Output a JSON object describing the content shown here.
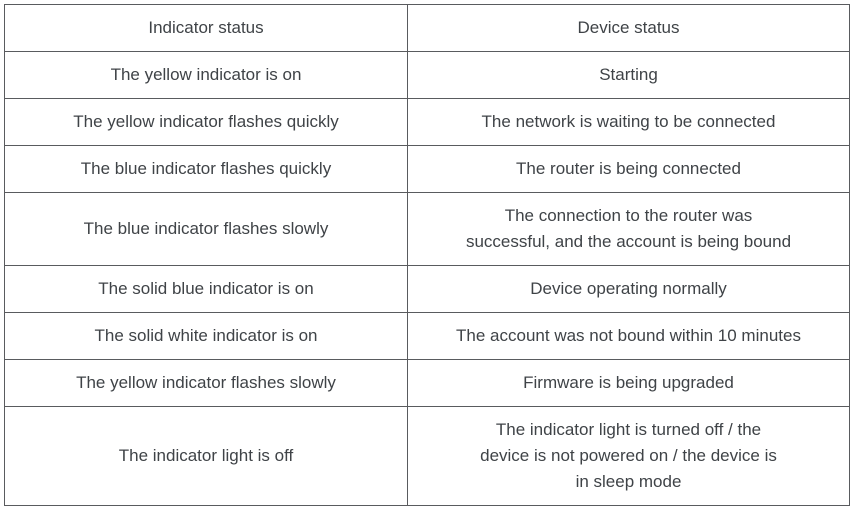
{
  "colors": {
    "border": "#595b5e",
    "text": "#3f4347",
    "background": "#ffffff"
  },
  "table": {
    "columns": {
      "indicator": "Indicator status",
      "device": "Device status"
    },
    "rows": [
      {
        "indicator": "The yellow indicator is on",
        "device": "Starting"
      },
      {
        "indicator": "The yellow indicator flashes quickly",
        "device": "The network is waiting to be connected"
      },
      {
        "indicator": "The blue indicator flashes quickly",
        "device": "The router is being connected"
      },
      {
        "indicator": "The blue indicator flashes slowly",
        "device": "The connection to the router was\nsuccessful, and the account is being bound"
      },
      {
        "indicator": "The solid blue indicator is on",
        "device": "Device operating normally"
      },
      {
        "indicator": "The solid white indicator is on",
        "device": "The account was not bound within 10 minutes"
      },
      {
        "indicator": "The yellow indicator flashes slowly",
        "device": "Firmware is being upgraded"
      },
      {
        "indicator": "The indicator light is off",
        "device": "The indicator light is turned off / the\ndevice is not powered on / the device is\nin sleep mode"
      }
    ]
  }
}
